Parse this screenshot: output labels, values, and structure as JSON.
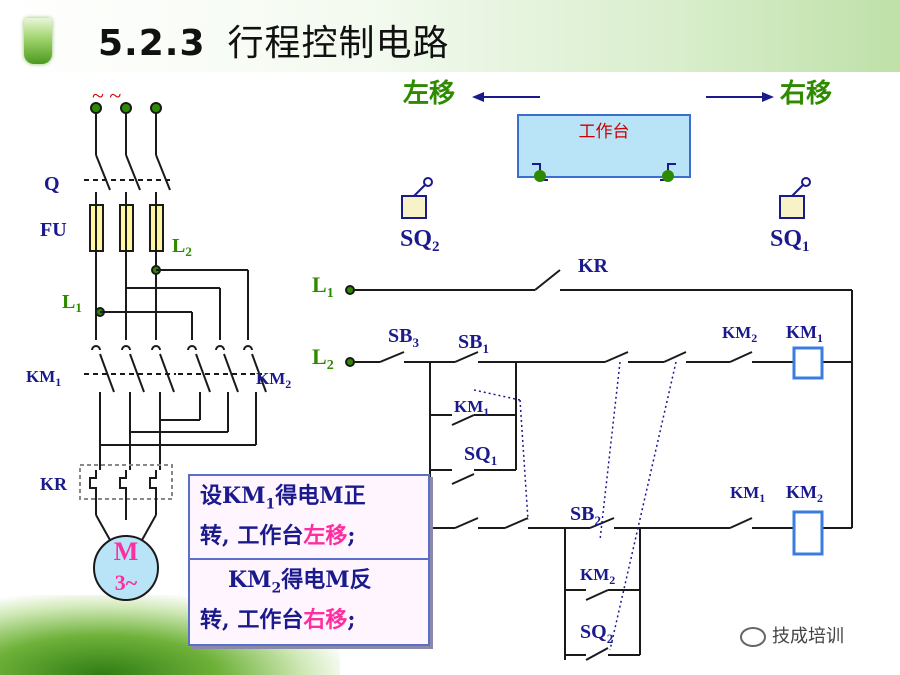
{
  "header": {
    "number": "5.2.3",
    "title": "行程控制电路"
  },
  "top_labels": {
    "left_move": "左移",
    "right_move": "右移",
    "workbench": "工作台",
    "sq2": "SQ",
    "sq2_sub": "2",
    "sq1": "SQ",
    "sq1_sub": "1"
  },
  "left_circuit": {
    "tilde": "~ ~",
    "q": "Q",
    "fu": "FU",
    "l2": "L",
    "l2_sub": "2",
    "l1": "L",
    "l1_sub": "1",
    "km1": "KM",
    "km1_sub": "1",
    "km2": "KM",
    "km2_sub": "2",
    "kr": "KR",
    "motor_m": "M",
    "motor_3": "3~"
  },
  "control": {
    "l1": "L",
    "l1_sub": "1",
    "l2": "L",
    "l2_sub": "2",
    "kr": "KR",
    "sb3": "SB",
    "sb3_sub": "3",
    "sb1": "SB",
    "sb1_sub": "1",
    "km1_aux": "KM",
    "km1_aux_sub": "1",
    "sq1": "SQ",
    "sq1_sub": "1",
    "km2_top": "KM",
    "km2_top_sub": "2",
    "km1_coil": "KM",
    "km1_coil_sub": "1",
    "sb2": "SB",
    "sb2_sub": "2",
    "km2_aux": "KM",
    "km2_aux_sub": "2",
    "sq2": "SQ",
    "sq2_sub": "2",
    "km1_bot": "KM",
    "km1_bot_sub": "1",
    "km2_coil": "KM",
    "km2_coil_sub": "2"
  },
  "notes": {
    "line1_a": "设KM",
    "line1_sub": "1",
    "line1_b": "得电M正",
    "line2_a": "转, 工作台",
    "line2_hl": "左移",
    "line2_b": ";",
    "line3_a": "KM",
    "line3_sub": "2",
    "line3_b": "得电M反",
    "line4_a": "转, 工作台",
    "line4_hl": "右移",
    "line4_b": ";"
  },
  "watermark": "技成培训",
  "colors": {
    "label_blue": "#1a1a8c",
    "wire": "#1a1a1a",
    "accent_green": "#2e8b00",
    "accent_pink": "#ff2ea0",
    "coil_blue": "#3a7de0"
  }
}
